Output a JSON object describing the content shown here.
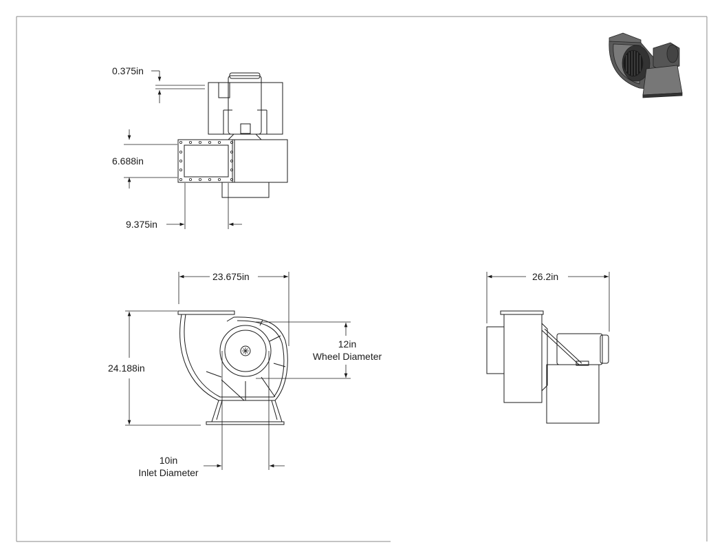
{
  "drawing": {
    "colors": {
      "line": "#1a1a1a",
      "dim": "#1a1a1a",
      "iso_body": "#555555",
      "iso_dark": "#222222",
      "iso_light": "#8a8a8a"
    },
    "top_view": {
      "dim_flange_thickness": "0.375in",
      "dim_outlet_height": "6.688in",
      "dim_outlet_width": "9.375in"
    },
    "front_view": {
      "dim_overall_width": "23.675in",
      "dim_overall_height": "24.188in",
      "dim_wheel": "12in",
      "dim_wheel_caption": "Wheel Diameter",
      "dim_inlet": "10in",
      "dim_inlet_caption": "Inlet Diameter"
    },
    "side_view": {
      "dim_overall_depth": "26.2in"
    },
    "iso_view": {
      "icon": "blower-isometric-icon"
    }
  }
}
